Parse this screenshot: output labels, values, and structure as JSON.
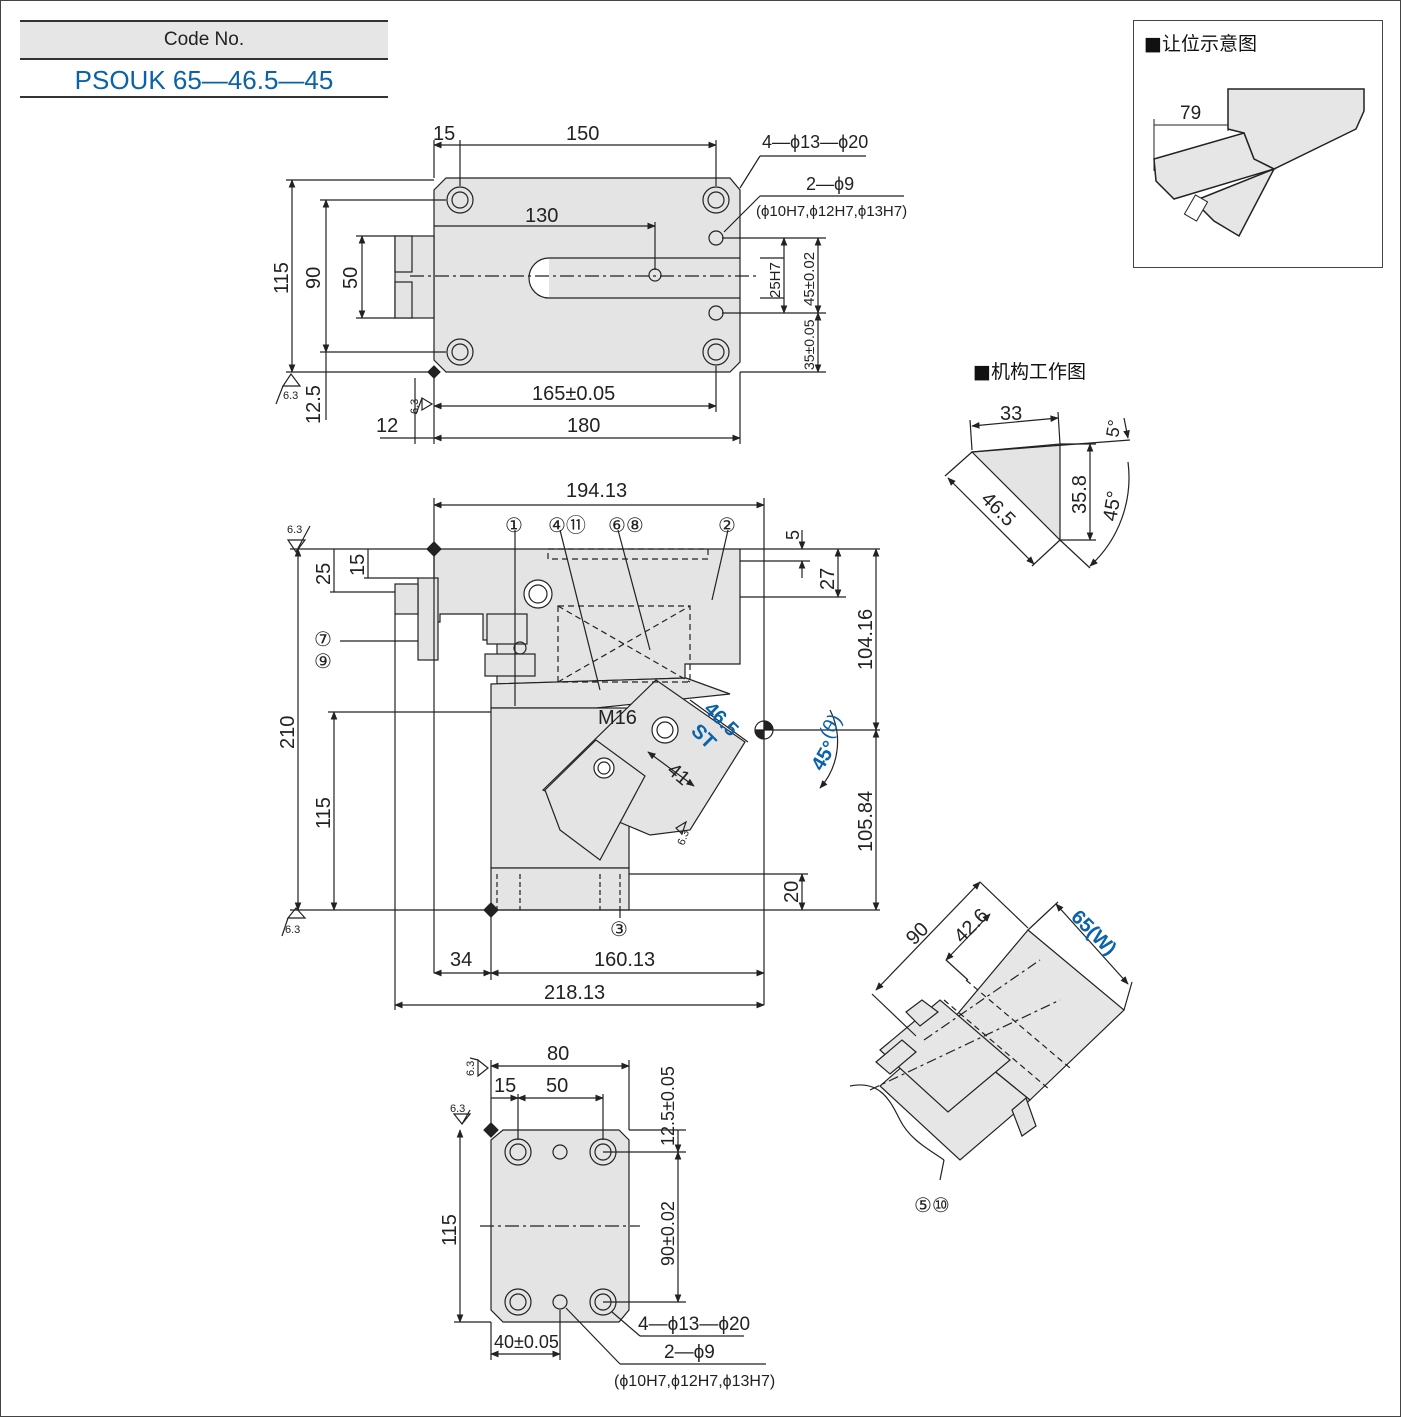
{
  "code": {
    "header": "Code No.",
    "value": "PSOUK 65—46.5—45"
  },
  "inset": {
    "title": "■让位示意图",
    "dim": "79"
  },
  "mechanism": {
    "title": "■机构工作图",
    "dims": {
      "top": "33",
      "angle_small": "5°",
      "height": "35.8",
      "angle": "45°",
      "stroke": "46.5"
    }
  },
  "top_view": {
    "dims": {
      "d15": "15",
      "d150": "150",
      "d130": "130",
      "d115": "115",
      "d90": "90",
      "d50": "50",
      "d12_5": "12.5",
      "d12": "12",
      "d165": "165±0.05",
      "d180": "180",
      "d25h7": "25H7",
      "d45": "45±0.02",
      "d35": "35±0.05",
      "rough": "6.3"
    },
    "callouts": {
      "holes": "4—ϕ13—ϕ20",
      "pins": "2—ϕ9",
      "pins_fit": "(ϕ10H7,ϕ12H7,ϕ13H7)"
    }
  },
  "front_view": {
    "dims": {
      "d194": "194.13",
      "d5": "5",
      "d27": "27",
      "d104": "104.16",
      "d25": "25",
      "d15": "15",
      "d210": "210",
      "d115": "115",
      "d105": "105.84",
      "d20": "20",
      "d34": "34",
      "d160": "160.13",
      "d218": "218.13",
      "m16": "M16",
      "d41": "41",
      "stroke": "46.5",
      "st": "ST",
      "angle": "45°",
      "theta": "(θ)",
      "rough": "6.3"
    },
    "parts": {
      "p1": "①",
      "p2": "②",
      "p3": "③",
      "p4_11": "④⑪",
      "p6_8": "⑥⑧",
      "p7": "⑦",
      "p9": "⑨"
    }
  },
  "bottom_view": {
    "dims": {
      "d80": "80",
      "d15": "15",
      "d50": "50",
      "d12_5": "12.5±0.05",
      "d115": "115",
      "d90": "90±0.02",
      "d40": "40±0.05",
      "rough": "6.3"
    },
    "callouts": {
      "holes": "4—ϕ13—ϕ20",
      "pins": "2—ϕ9",
      "pins_fit": "(ϕ10H7,ϕ12H7,ϕ13H7)"
    }
  },
  "iso_view": {
    "dims": {
      "d90": "90",
      "d42_6": "42.6",
      "width": "65(W)"
    },
    "parts": {
      "p5_10": "⑤⑩"
    }
  },
  "colors": {
    "accent": "#0a62a8",
    "fill": "#e4e4e4",
    "line": "#222222"
  }
}
